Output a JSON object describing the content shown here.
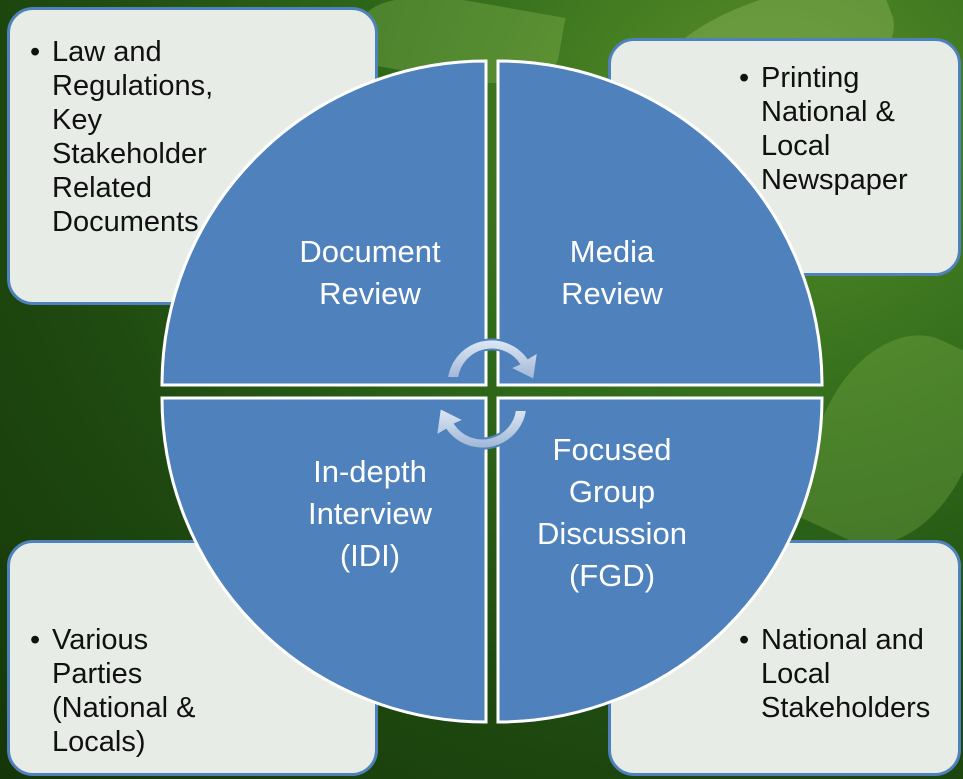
{
  "corner_boxes": {
    "top_left": [
      "Law and",
      "Regulations,",
      "Key",
      "Stakeholder",
      "Related",
      "Documents"
    ],
    "top_right": [
      "Printing",
      "National &",
      "Local",
      "Newspaper"
    ],
    "bottom_left": [
      "Various",
      "Parties",
      "(National &",
      "Locals)"
    ],
    "bottom_right": [
      "National and",
      "Local",
      "Stakeholders"
    ]
  },
  "quadrants": {
    "top_left": [
      "Document",
      "Review"
    ],
    "top_right": [
      "Media",
      "Review"
    ],
    "bottom_left": [
      "In-depth",
      "Interview",
      "(IDI)"
    ],
    "bottom_right": [
      "Focused",
      "Group",
      "Discussion",
      "(FGD)"
    ]
  },
  "colors": {
    "quadrant_fill": "#4f81bd",
    "quadrant_border": "#ffffff",
    "box_fill": "#e7ece6",
    "box_border": "#4f81bd"
  },
  "icons": [
    "circular-arrows-icon"
  ]
}
